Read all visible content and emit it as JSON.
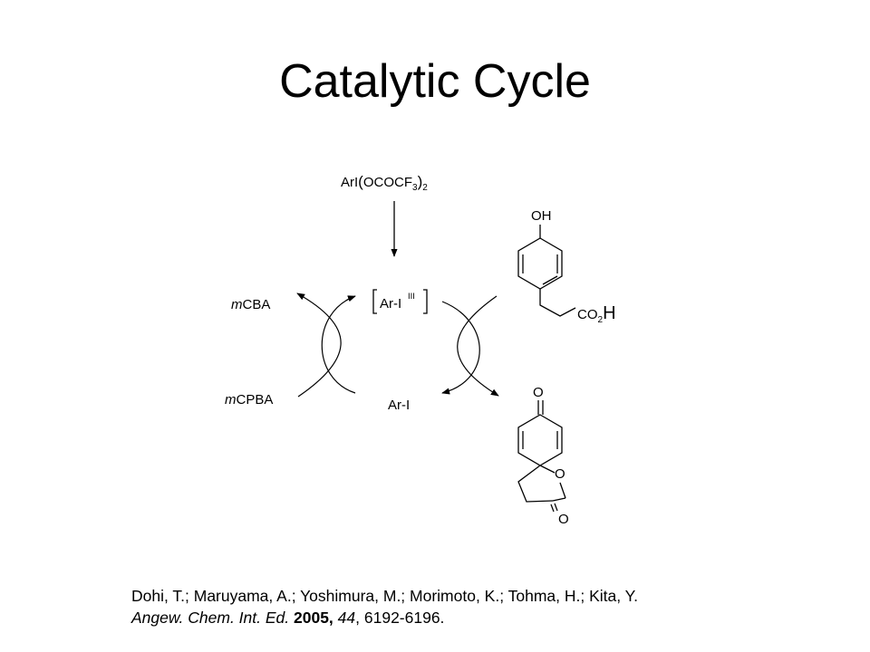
{
  "title": "Catalytic Cycle",
  "reagents": {
    "oxidant_main": "ArI",
    "oxidant_paren_open": "(",
    "oxidant_ligand": "OCOCF",
    "oxidant_sub3": "3",
    "oxidant_paren_close": ")",
    "oxidant_sub2": "2",
    "hypervalent_iodine": "Ar-I",
    "hypervalent_sup": "III",
    "aryl_iodide": "Ar-I",
    "mcba_prefix": "m",
    "mcba_suffix": "CBA",
    "mcpba_prefix": "m",
    "mcpba_suffix": "CPBA"
  },
  "substrate": {
    "oh_label": "OH",
    "acid_co": "CO",
    "acid_sub": "2",
    "acid_h": "H"
  },
  "product": {
    "ketone_o": "O",
    "ring_o": "O",
    "lactone_o": "O"
  },
  "citation": {
    "authors": "Dohi, T.; Maruyama, A.; Yoshimura, M.; Morimoto, K.; Tohma, H.; Kita, Y.",
    "journal": "Angew. Chem. Int. Ed.",
    "year": "2005,",
    "volume": "44",
    "pages": ", 6192-6196."
  }
}
